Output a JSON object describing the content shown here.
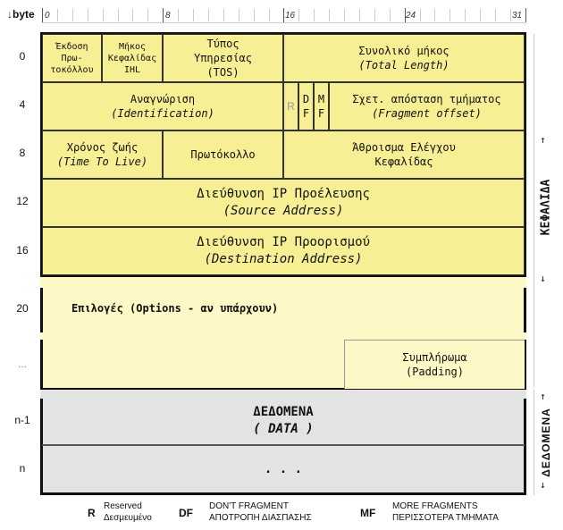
{
  "ruler": {
    "unit_label": "↓byte",
    "ticks": [
      "0",
      "8",
      "16",
      "24",
      "31"
    ]
  },
  "row_labels": [
    "0",
    "4",
    "8",
    "12",
    "16",
    "20",
    "...",
    "n-1",
    "n"
  ],
  "fields": {
    "version": [
      "Έκδοση",
      "Πρω-",
      "τοκόλλου"
    ],
    "ihl": [
      "Μήκος",
      "Κεφαλίδας",
      "IHL"
    ],
    "tos": [
      "Τύπος",
      "Υπηρεσίας",
      "(TOS)"
    ],
    "total_length": [
      "Συνολικό μήκος",
      "(Total Length)"
    ],
    "identification": [
      "Αναγνώριση",
      "(Identification)"
    ],
    "reserved": "R",
    "df": [
      "D",
      "F"
    ],
    "mf": [
      "M",
      "F"
    ],
    "fragment_offset": [
      "Σχετ. απόσταση τμήματος",
      "(Fragment offset)"
    ],
    "ttl": [
      "Χρόνος ζωής",
      "(Time To Live)"
    ],
    "protocol": "Πρωτόκολλο",
    "checksum": [
      "Άθροισμα Ελέγχου",
      "Κεφαλίδας"
    ],
    "source": [
      "Διεύθυνση IP Προέλευσης",
      "(Source Address)"
    ],
    "destination": [
      "Διεύθυνση IP Προορισμού",
      "(Destination Address)"
    ],
    "options": "Επιλογές (Options - αν υπάρχουν)",
    "padding": [
      "Συμπλήρωμα",
      "(Padding)"
    ],
    "data": [
      "ΔΕΔΟΜΕΝΑ",
      "( DATA )"
    ],
    "data_more": ". . ."
  },
  "brackets": {
    "header": "ΚΕΦΑΛΙΔΑ",
    "data": "ΔΕΔΟΜΕΝΑ",
    "up": "↑",
    "down": "↓"
  },
  "legend": [
    {
      "key": "R",
      "lines": [
        "Reserved",
        "Δεσμευμένο"
      ]
    },
    {
      "key": "DF",
      "lines": [
        "DON'T FRAGMENT",
        "ΑΠΟΤΡΟΠΗ ΔΙΑΣΠΑΣΗΣ"
      ]
    },
    {
      "key": "MF",
      "lines": [
        "MORE FRAGMENTS",
        "ΠΕΡΙΣΣΟΤΕΡΑ ΤΜΗΜΑΤΑ"
      ]
    }
  ],
  "colors": {
    "header": "#f7ef93",
    "options": "#fdf8c6",
    "data": "#e3e3e3"
  }
}
